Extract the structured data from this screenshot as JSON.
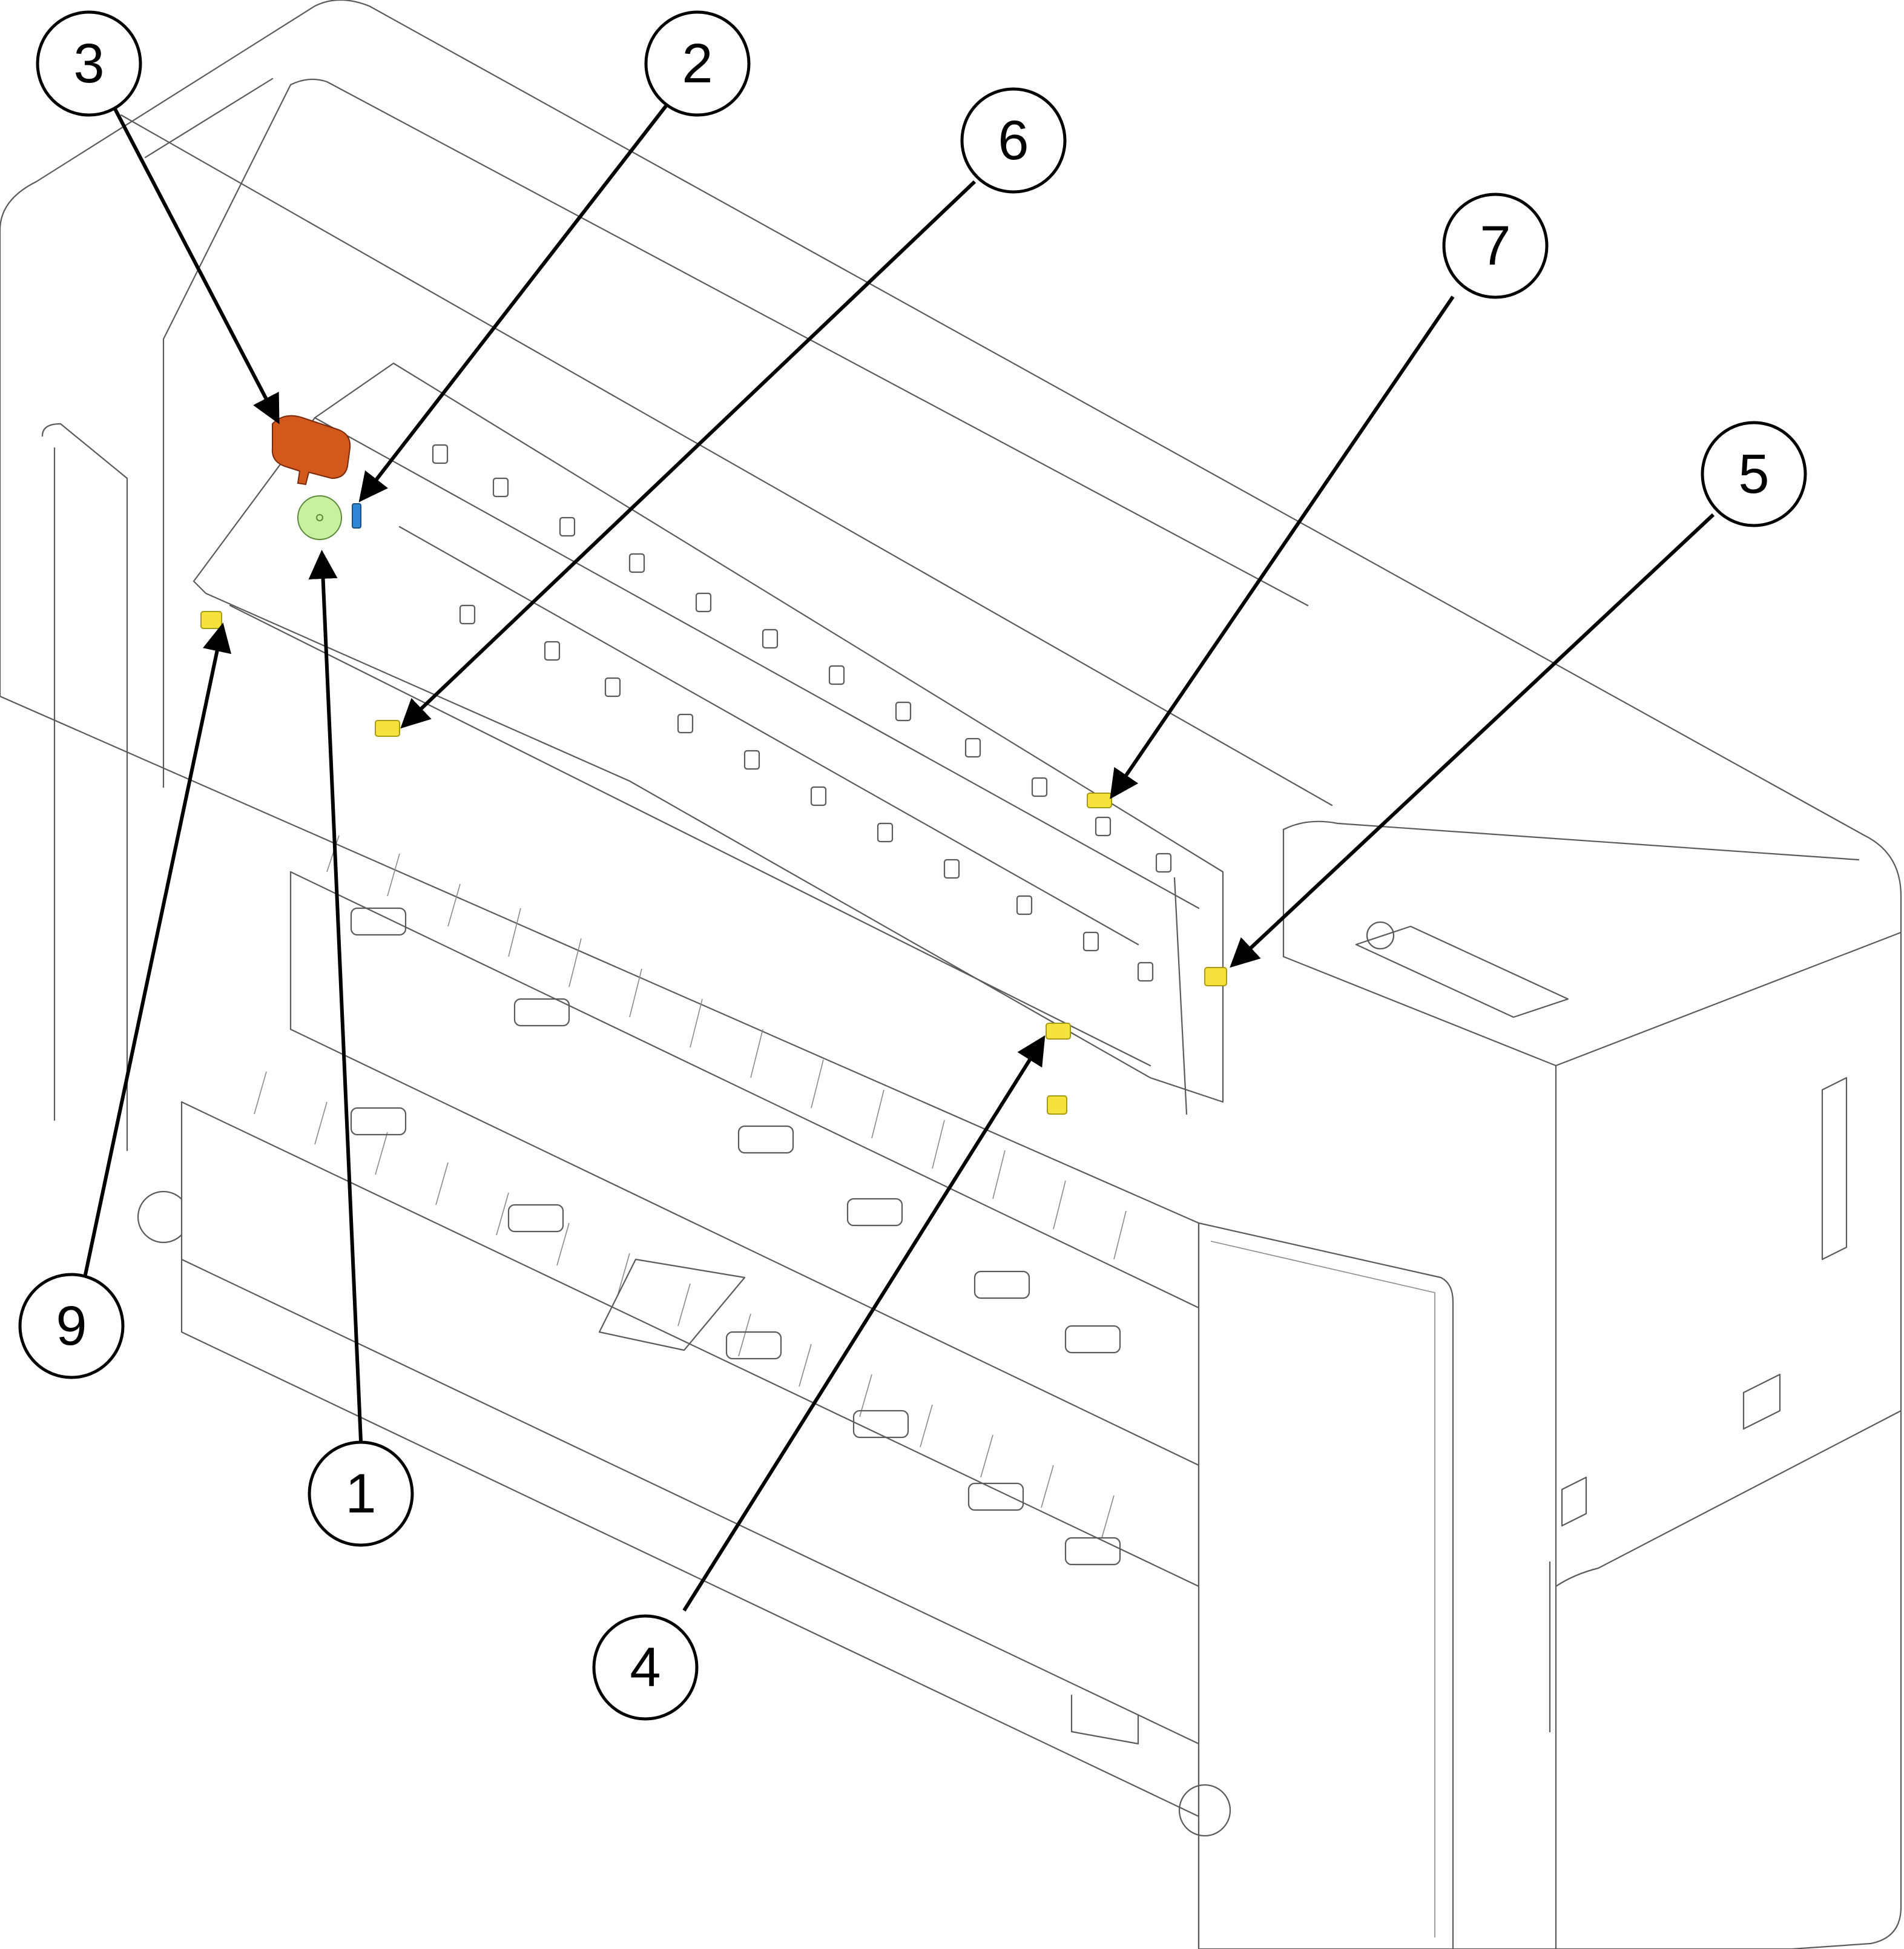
{
  "callouts": [
    {
      "id": "1",
      "label": "1"
    },
    {
      "id": "2",
      "label": "2"
    },
    {
      "id": "3",
      "label": "3"
    },
    {
      "id": "4",
      "label": "4"
    },
    {
      "id": "5",
      "label": "5"
    },
    {
      "id": "6",
      "label": "6"
    },
    {
      "id": "7",
      "label": "7"
    },
    {
      "id": "9",
      "label": "9"
    }
  ],
  "colors": {
    "line": "#5a5a5a",
    "callout": "#000000",
    "highlight_orange": "#d2581c",
    "highlight_green": "#c8f0a0",
    "highlight_blue": "#2f86d6",
    "highlight_yellow": "#f5e23c"
  }
}
